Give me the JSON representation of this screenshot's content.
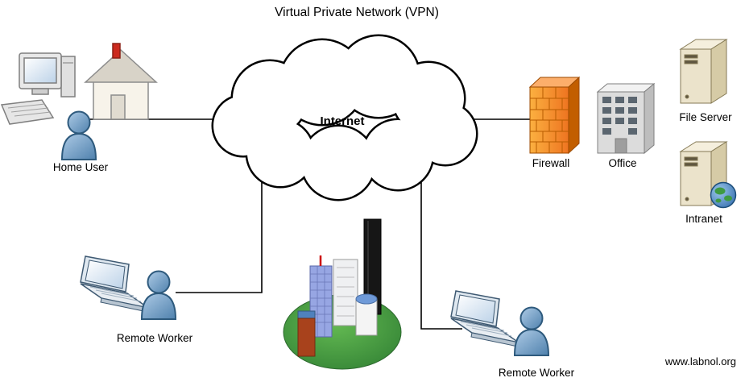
{
  "title": "Virtual Private Network (VPN)",
  "cloud": {
    "label": "Internet"
  },
  "nodes": {
    "home_user": {
      "label": "Home User"
    },
    "remote_worker_left": {
      "label": "Remote Worker"
    },
    "remote_worker_right": {
      "label": "Remote Worker"
    },
    "firewall": {
      "label": "Firewall"
    },
    "office": {
      "label": "Office"
    },
    "file_server": {
      "label": "File Server"
    },
    "intranet": {
      "label": "Intranet"
    }
  },
  "watermark": "www.labnol.org",
  "icons": {
    "internet": "cloud-icon",
    "home_user": "desktop-computer-house-person-icon",
    "remote_worker": "laptop-person-icon",
    "firewall": "brick-wall-icon",
    "office": "office-building-icon",
    "file_server": "server-tower-icon",
    "intranet": "server-globe-icon",
    "city": "city-buildings-icon"
  },
  "colors": {
    "person_fill": "#7da7d9",
    "firewall_orange": "#f58220",
    "server_beige": "#ebe3cb",
    "grass_green": "#3f9b42",
    "cloud_outline": "#000000",
    "globe_blue": "#3a7abd"
  }
}
